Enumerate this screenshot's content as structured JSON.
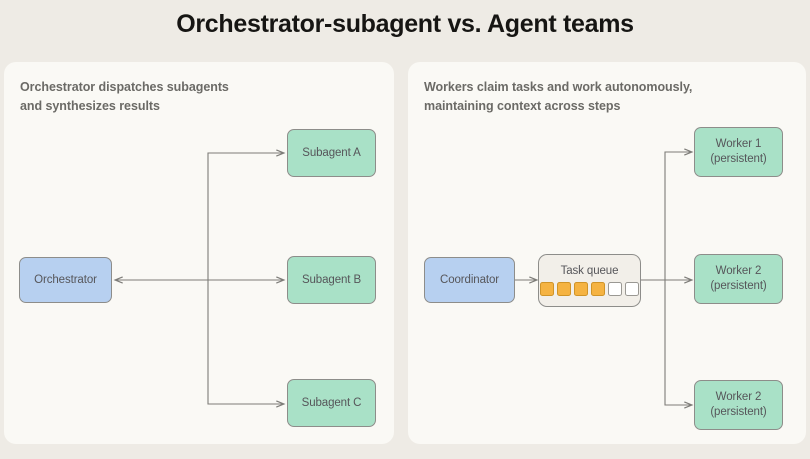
{
  "title": "Orchestrator-subagent vs. Agent teams",
  "colors": {
    "page_background": "#eeebe5",
    "panel_background": "#faf9f5",
    "node_blue": "#b7d0f0",
    "node_green": "#a9e1c7",
    "queue_fill": "#f5b342",
    "queue_empty": "#ffffff",
    "border": "#8d8d8a",
    "text": "#56565a",
    "title_text": "#161513"
  },
  "panels": [
    {
      "id": "orchestrator-subagent",
      "caption": "Orchestrator dispatches subagents\nand synthesizes results",
      "root": {
        "label": "Orchestrator",
        "style": "blue"
      },
      "children": [
        {
          "label": "Subagent A",
          "style": "green"
        },
        {
          "label": "Subagent B",
          "style": "green"
        },
        {
          "label": "Subagent C",
          "style": "green"
        }
      ]
    },
    {
      "id": "agent-teams",
      "caption": "Workers claim tasks and work autonomously,\nmaintaining context across steps",
      "root": {
        "label": "Coordinator",
        "style": "blue"
      },
      "queue": {
        "label": "Task queue",
        "slots": [
          "filled",
          "filled",
          "filled",
          "filled",
          "empty",
          "empty"
        ],
        "filled_count": 4,
        "total_count": 6
      },
      "children": [
        {
          "label": "Worker 1\n(persistent)",
          "style": "green"
        },
        {
          "label": "Worker 2\n(persistent)",
          "style": "green"
        },
        {
          "label": "Worker 2\n(persistent)",
          "style": "green"
        }
      ]
    }
  ]
}
